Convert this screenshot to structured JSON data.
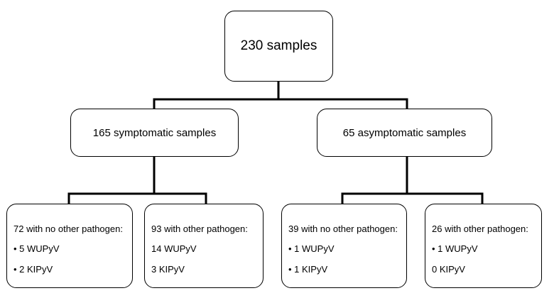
{
  "colors": {
    "stroke": "#000000",
    "fill": "#ffffff",
    "text": "#000000"
  },
  "root": {
    "label": "230 samples"
  },
  "groups": [
    {
      "label": "165 symptomatic samples",
      "subgroups": [
        {
          "heading": "72 with no other pathogen:",
          "items": [
            "• 5 WUPyV",
            "• 2 KIPyV"
          ]
        },
        {
          "heading": "93 with other pathogen:",
          "items": [
            "14 WUPyV",
            "3 KIPyV"
          ]
        }
      ]
    },
    {
      "label": "65 asymptomatic samples",
      "subgroups": [
        {
          "heading": "39 with no other pathogen:",
          "items": [
            "• 1 WUPyV",
            "• 1 KIPyV"
          ]
        },
        {
          "heading": "26 with other pathogen:",
          "items": [
            "• 1 WUPyV",
            "0 KIPyV"
          ]
        }
      ]
    }
  ]
}
